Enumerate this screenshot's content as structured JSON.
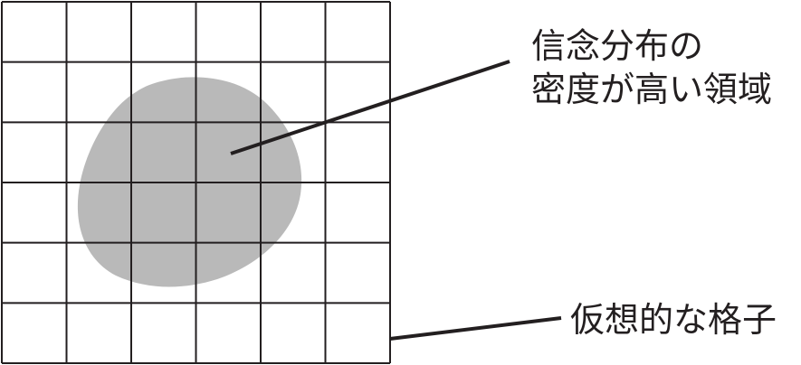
{
  "labels": {
    "density_region_line1": "信念分布の",
    "density_region_line2": "密度が高い領域",
    "virtual_grid": "仮想的な格子"
  },
  "colors": {
    "line": "#231f20",
    "blob": "#b9b9b9",
    "background": "#ffffff"
  },
  "grid": {
    "rows": 6,
    "columns": 6
  }
}
